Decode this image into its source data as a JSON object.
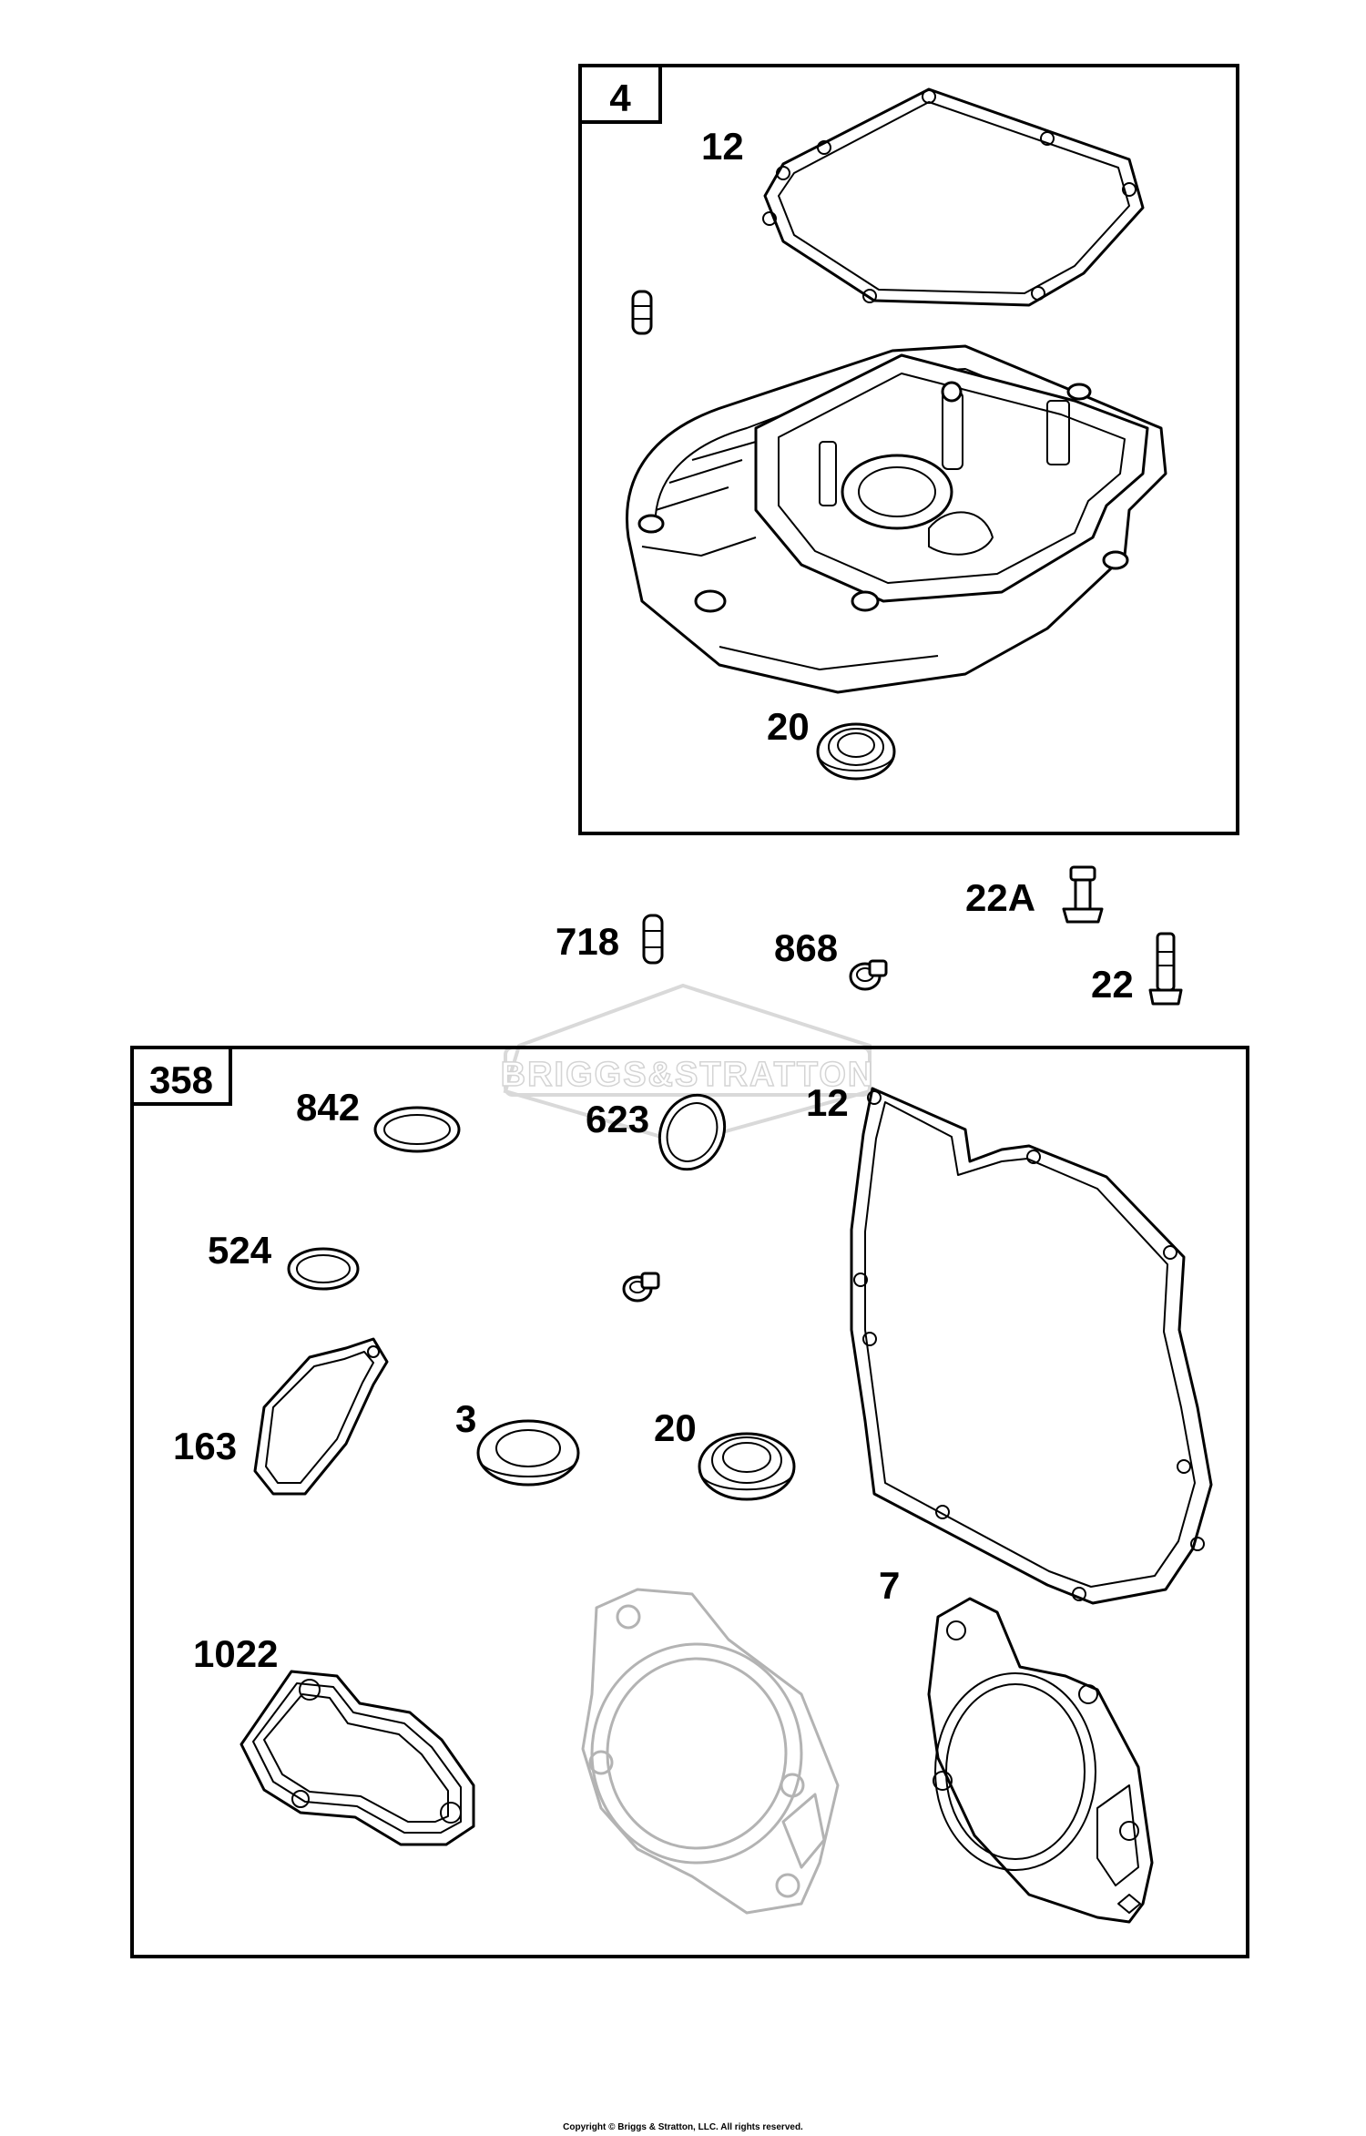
{
  "groups": {
    "top_box_number": "4",
    "bottom_box_number": "358"
  },
  "callouts": {
    "top_12": "12",
    "top_20": "20",
    "p718": "718",
    "p868": "868",
    "p22A": "22A",
    "p22": "22",
    "p842": "842",
    "p623": "623",
    "bottom_12": "12",
    "p524": "524",
    "p163": "163",
    "p3": "3",
    "bottom_20": "20",
    "p7": "7",
    "p1022": "1022"
  },
  "watermark": {
    "brand": "BRIGGS&STRATTON"
  },
  "footer": {
    "copyright": "Copyright © Briggs & Stratton, LLC. All rights reserved."
  }
}
